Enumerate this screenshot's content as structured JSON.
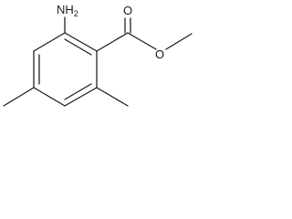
{
  "molecule": {
    "atoms": {
      "amine_nitrogen": "N",
      "amine_hydrogen": "H",
      "amine_subscript": "2",
      "carbonyl_oxygen": "O",
      "ester_oxygen": "O"
    }
  }
}
